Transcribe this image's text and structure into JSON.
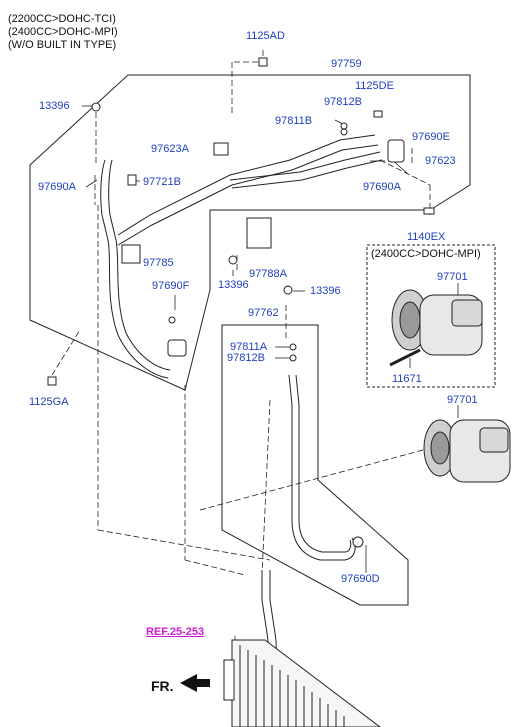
{
  "notes": {
    "engine1": "(2200CC>DOHC-TCI)",
    "engine2": "(2400CC>DOHC-MPI)",
    "built": "(W/O BUILT IN TYPE)",
    "variant_box": "(2400CC>DOHC-MPI)"
  },
  "parts": {
    "p1125AD": "1125AD",
    "p97759": "97759",
    "p13396_a": "13396",
    "p1125DE": "1125DE",
    "p97812B_a": "97812B",
    "p97811B": "97811B",
    "p97690E": "97690E",
    "p97623A": "97623A",
    "p97623": "97623",
    "p97690A_a": "97690A",
    "p97721B": "97721B",
    "p97690A_b": "97690A",
    "p1140EX": "1140EX",
    "p97785": "97785",
    "p97788A": "97788A",
    "p13396_b": "13396",
    "p13396_c": "13396",
    "p97690F": "97690F",
    "p97701_a": "97701",
    "p97762": "97762",
    "p97811A": "97811A",
    "p97812B_b": "97812B",
    "p11671": "11671",
    "p1125GA": "1125GA",
    "p97701_b": "97701",
    "p97690D": "97690D"
  },
  "ref_link": "REF.25-253",
  "front_label": "FR.",
  "colors": {
    "part_label": "#1f3fbf",
    "ref_link": "#d11ad1",
    "line": "#222222"
  }
}
